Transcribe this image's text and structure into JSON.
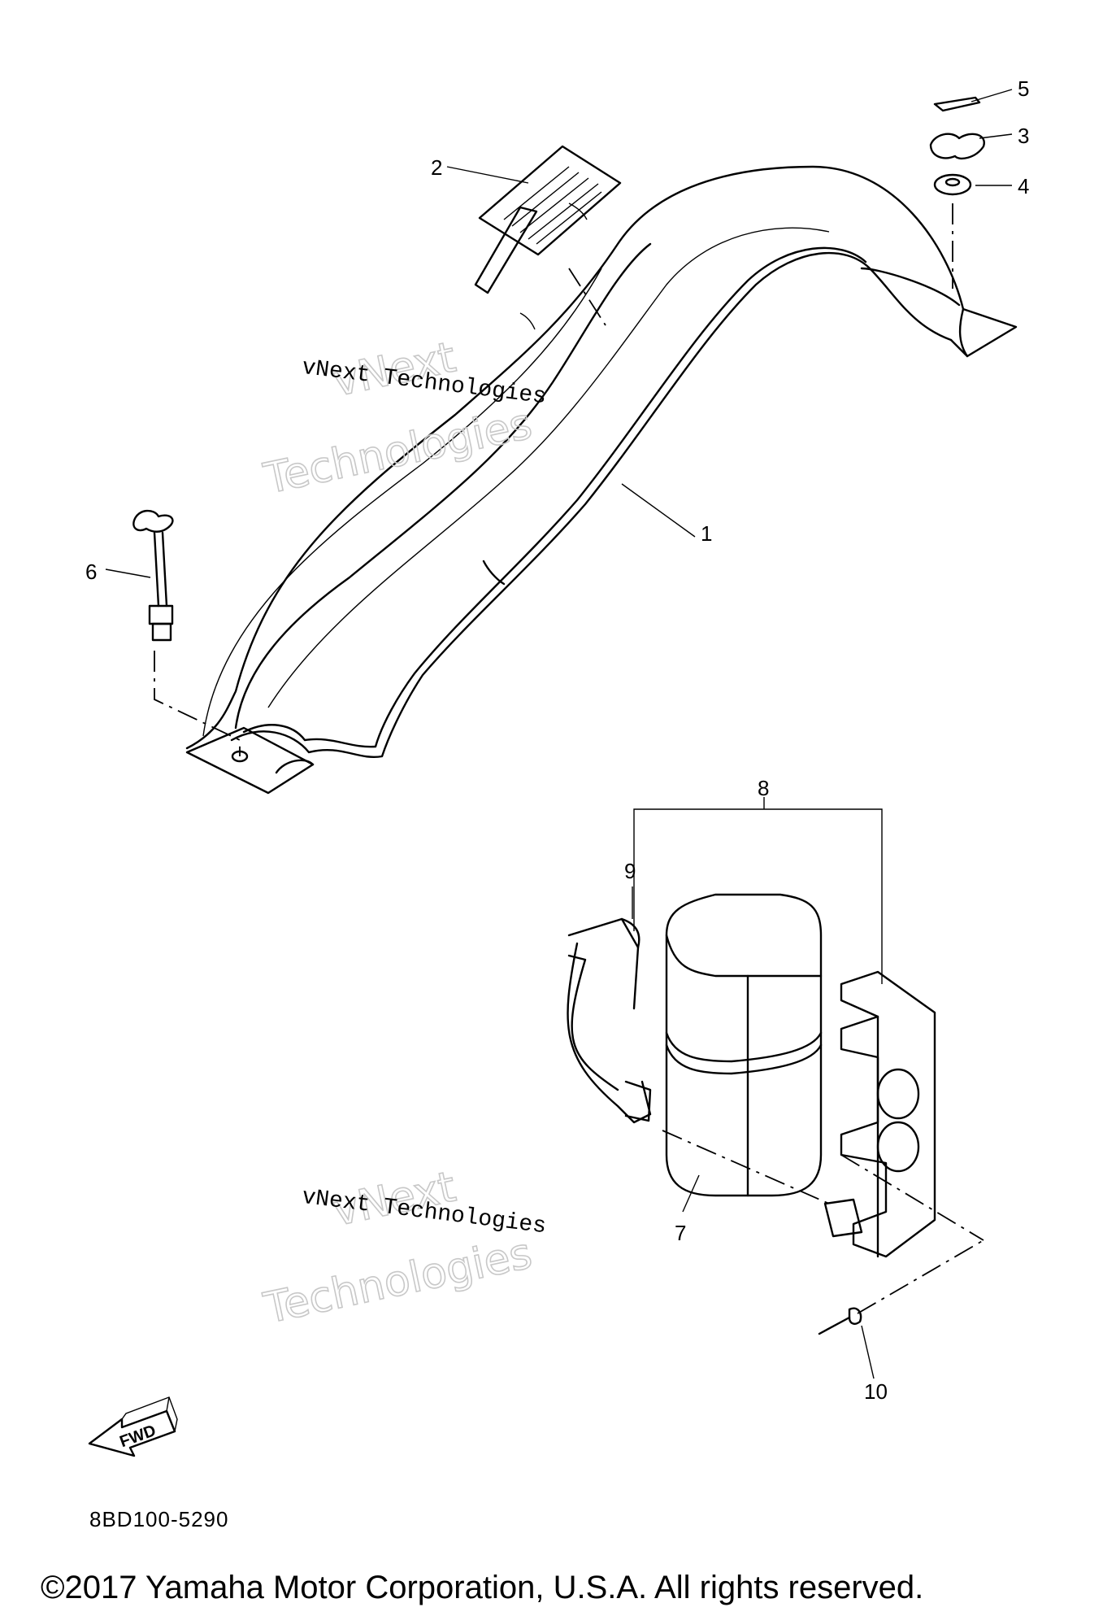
{
  "callouts": [
    "1",
    "2",
    "3",
    "4",
    "5",
    "6",
    "7",
    "8",
    "9",
    "10"
  ],
  "fwd_label": "FWD",
  "diagram_code": "8BD100-5290",
  "watermark": {
    "line1": "vNext Technologies",
    "line2": "vNext",
    "line3": "Technologies"
  },
  "copyright": "©2017 Yamaha Motor Corporation, U.S.A. All rights reserved."
}
